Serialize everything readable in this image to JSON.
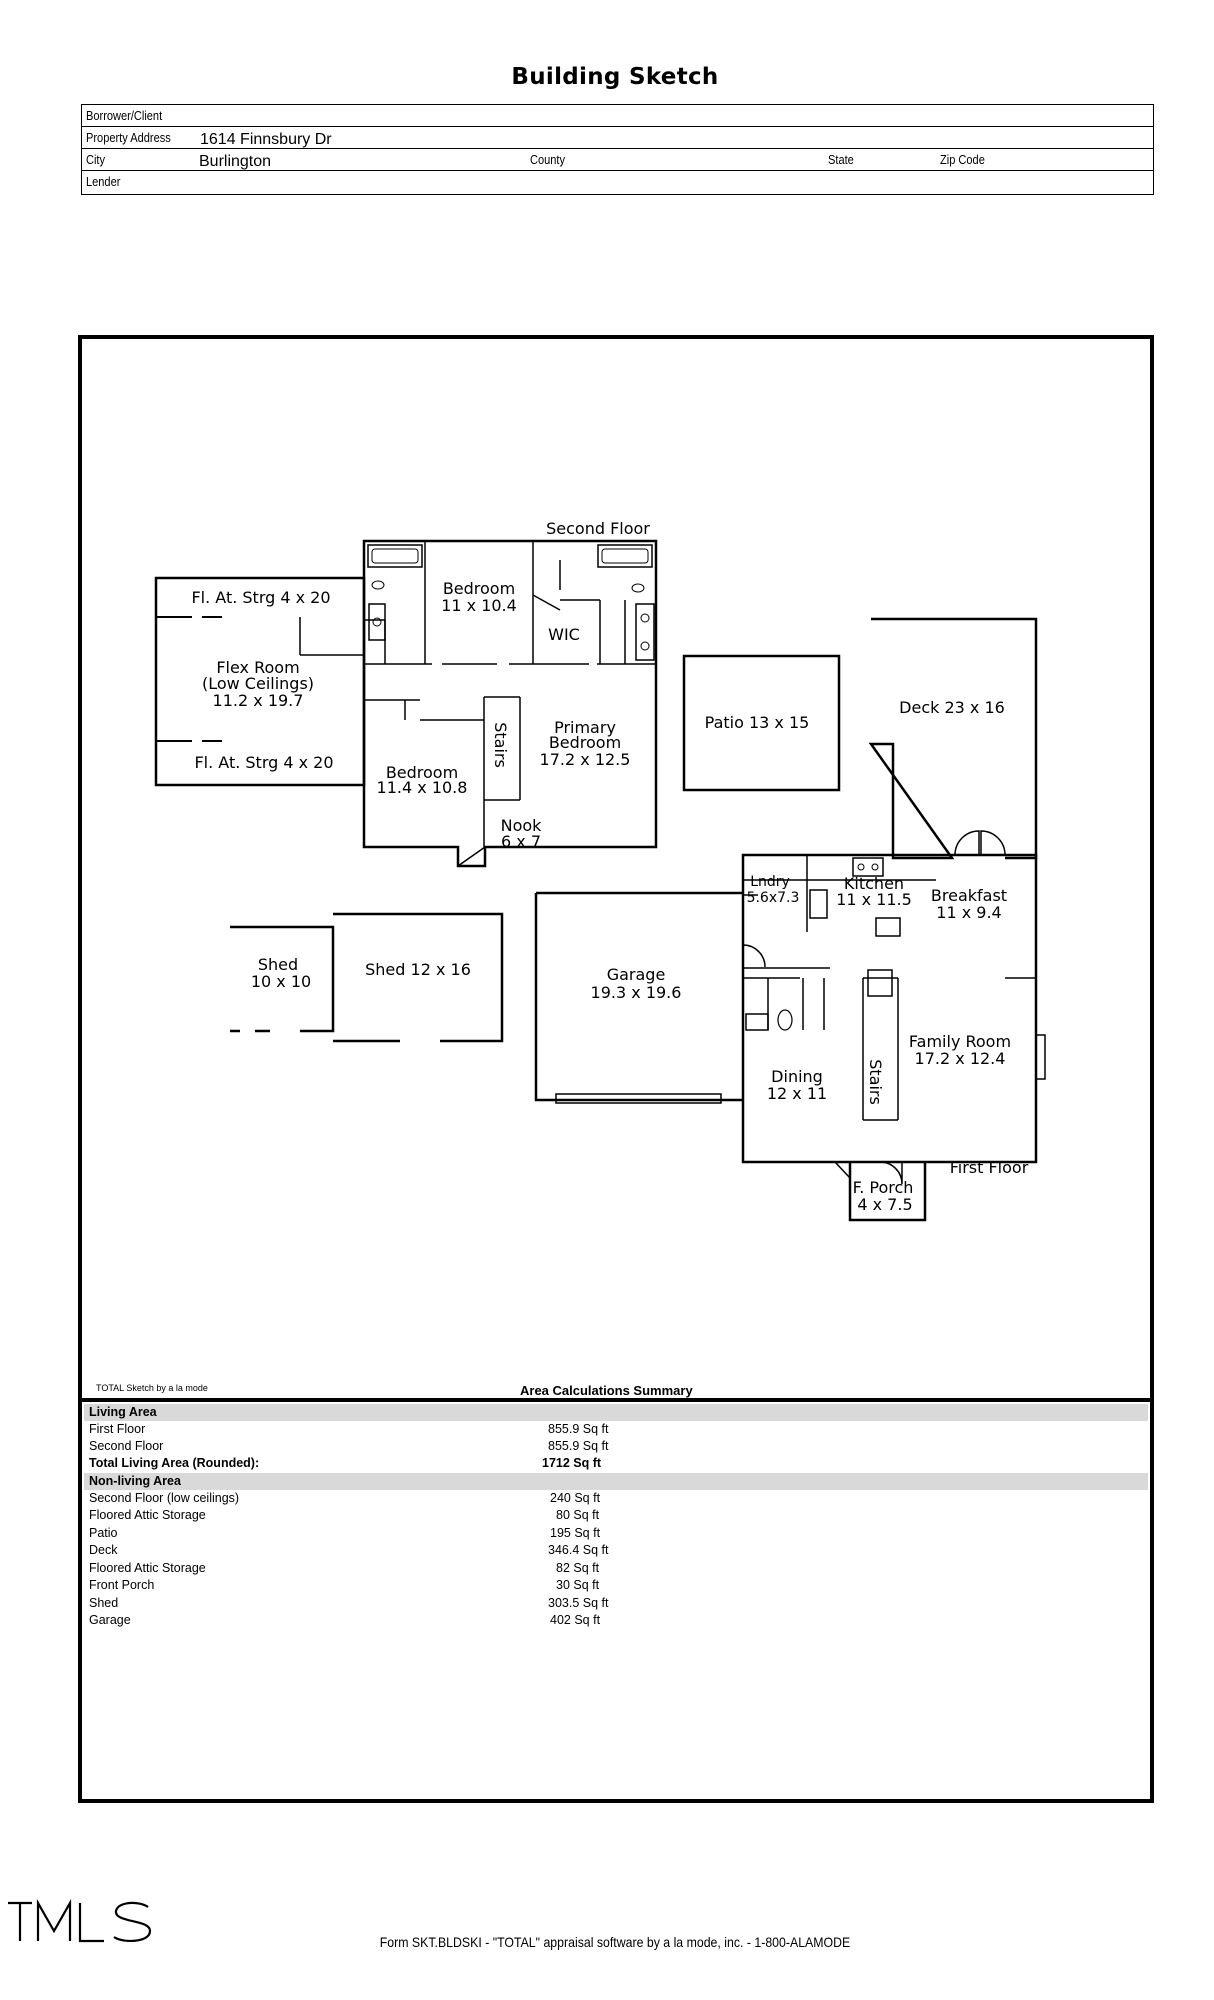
{
  "header": {
    "title": "Building Sketch",
    "borrower_label": "Borrower/Client",
    "borrower_value": "",
    "address_label": "Property Address",
    "address_value": "1614 Finnsbury Dr",
    "city_label": "City",
    "city_value": "Burlington",
    "county_label": "County",
    "state_label": "State",
    "zip_label": "Zip Code",
    "lender_label": "Lender"
  },
  "sketch": {
    "second_floor_label": "Second Floor",
    "first_floor_label": "First Floor",
    "rooms": {
      "fl_at_strg_top": "Fl. At. Strg 4 x 20",
      "flex_room_1": "Flex Room",
      "flex_room_2": "(Low Ceilings)",
      "flex_room_3": "11.2 x 19.7",
      "fl_at_strg_bottom": "Fl. At. Strg 4 x 20",
      "bedroom_top_1": "Bedroom",
      "bedroom_top_2": "11 x 10.4",
      "wic": "WIC",
      "stairs_upper": "Stairs",
      "primary_1": "Primary",
      "primary_2": "Bedroom",
      "primary_3": "17.2 x 12.5",
      "bedroom_left_1": "Bedroom",
      "bedroom_left_2": "11.4 x 10.8",
      "nook_1": "Nook",
      "nook_2": "6 x 7",
      "patio": "Patio 13 x 15",
      "deck": "Deck 23 x 16",
      "shed_small_1": "Shed",
      "shed_small_2": "10 x 10",
      "shed_large": "Shed 12 x 16",
      "garage_1": "Garage",
      "garage_2": "19.3 x 19.6",
      "lndry_1": "Lndry",
      "lndry_2": "5.6x7.3",
      "kitchen_1": "Kitchen",
      "kitchen_2": "11 x 11.5",
      "breakfast_1": "Breakfast",
      "breakfast_2": "11 x 9.4",
      "family_1": "Family Room",
      "family_2": "17.2 x 12.4",
      "dining_1": "Dining",
      "dining_2": "12 x 11",
      "stairs_lower": "Stairs",
      "porch_1": "F. Porch",
      "porch_2": "4 x 7.5"
    }
  },
  "summary": {
    "credit": "TOTAL Sketch by a la mode",
    "title": "Area Calculations Summary",
    "living_header": "Living Area",
    "living_rows": [
      {
        "label": "First Floor",
        "value": "855.9 Sq ft"
      },
      {
        "label": "Second Floor",
        "value": "855.9 Sq ft"
      }
    ],
    "total_label": "Total Living Area (Rounded):",
    "total_value": "1712 Sq ft",
    "nonliving_header": "Non-living Area",
    "nonliving_rows": [
      {
        "label": "Second Floor (low ceilings)",
        "value": "240 Sq ft"
      },
      {
        "label": "Floored Attic Storage",
        "value": "80 Sq ft"
      },
      {
        "label": "Patio",
        "value": "195 Sq ft"
      },
      {
        "label": "Deck",
        "value": "346.4 Sq ft"
      },
      {
        "label": "Floored Attic Storage",
        "value": "82 Sq ft"
      },
      {
        "label": "Front Porch",
        "value": "30 Sq ft"
      },
      {
        "label": "Shed",
        "value": "303.5 Sq ft"
      },
      {
        "label": "Garage",
        "value": "402 Sq ft"
      }
    ]
  },
  "footer": {
    "logo_text": "TMLS",
    "form_text": "Form SKT.BLDSKI - \"TOTAL\" appraisal software by a la mode, inc. - 1-800-ALAMODE"
  }
}
